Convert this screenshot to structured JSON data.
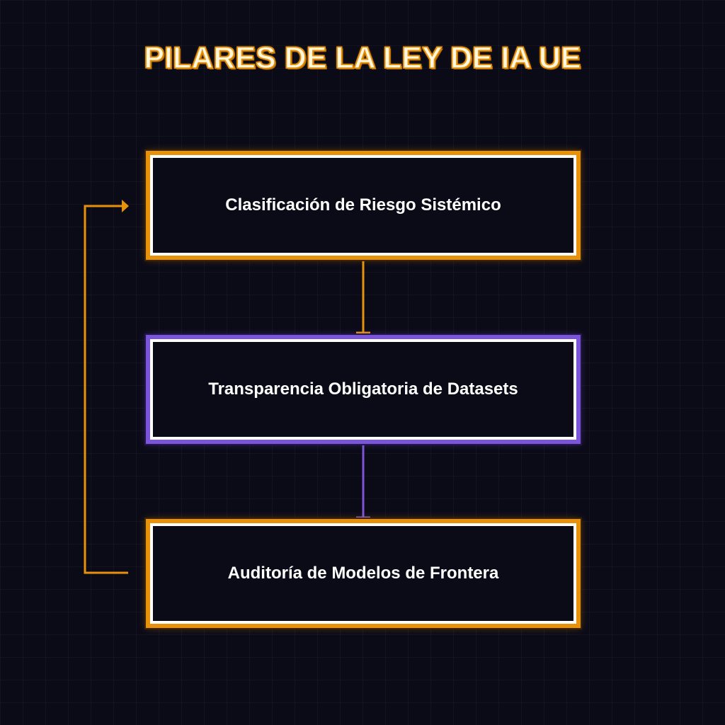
{
  "title": "PILARES DE LA LEY DE IA UE",
  "nodes": [
    {
      "label": "Clasificación de Riesgo Sistémico",
      "accent": "#e8920c"
    },
    {
      "label": "Transparencia Obligatoria de Datasets",
      "accent": "#7b55d9"
    },
    {
      "label": "Auditoría de Modelos de Frontera",
      "accent": "#e8920c"
    }
  ],
  "colors": {
    "background": "#0b0b18",
    "orange": "#e8920c",
    "purple": "#7b55d9",
    "node_border": "#ffffff",
    "text": "#ffffff"
  }
}
